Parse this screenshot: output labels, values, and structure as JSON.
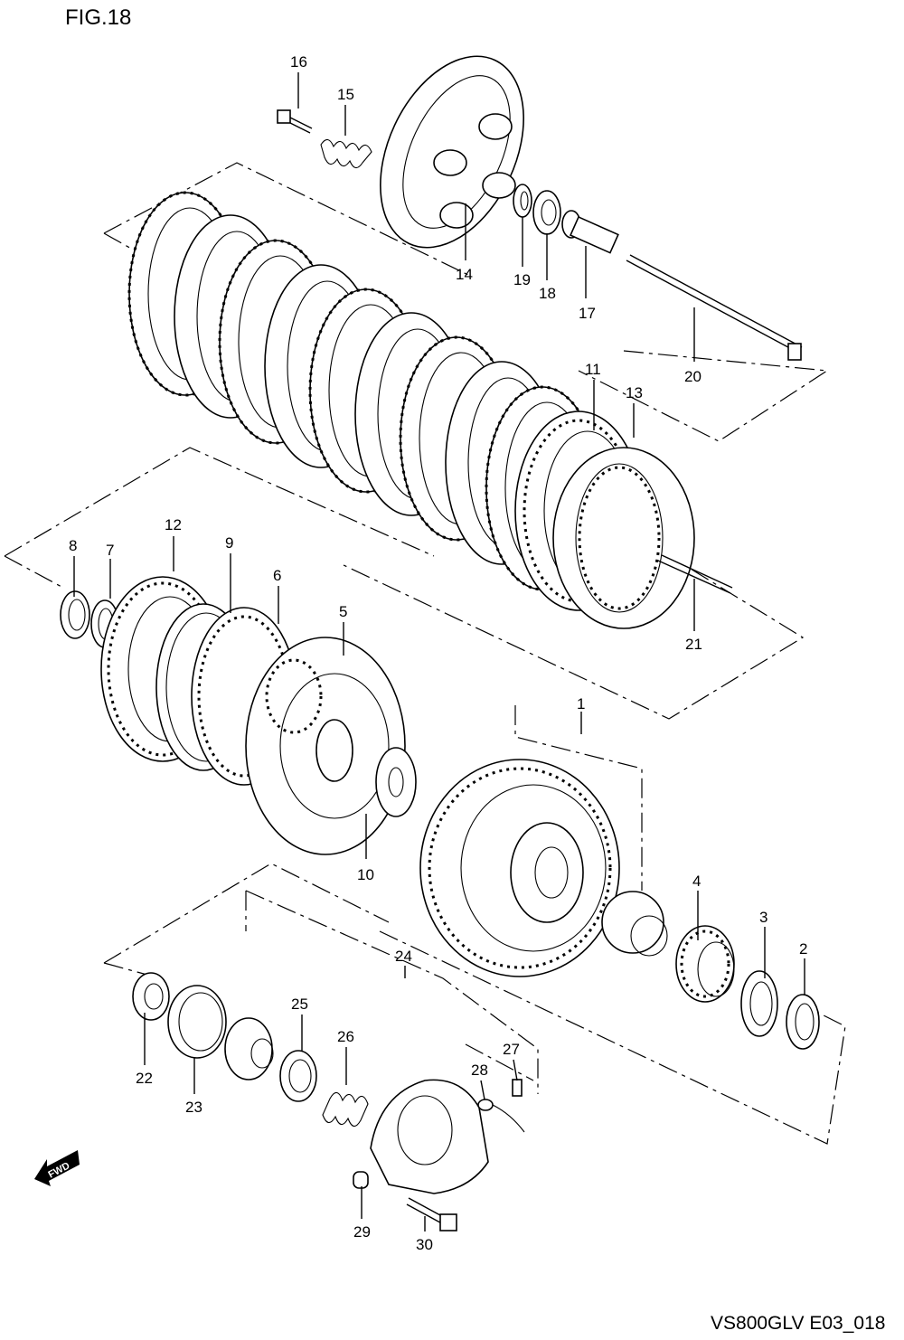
{
  "figure": {
    "title": "FIG.18",
    "code": "VS800GLV E03_018"
  },
  "direction": {
    "label": "FWD"
  },
  "parts": [
    {
      "num": "1"
    },
    {
      "num": "2"
    },
    {
      "num": "3"
    },
    {
      "num": "4"
    },
    {
      "num": "5"
    },
    {
      "num": "6"
    },
    {
      "num": "7"
    },
    {
      "num": "8"
    },
    {
      "num": "9"
    },
    {
      "num": "10"
    },
    {
      "num": "11"
    },
    {
      "num": "12"
    },
    {
      "num": "13"
    },
    {
      "num": "14"
    },
    {
      "num": "15"
    },
    {
      "num": "16"
    },
    {
      "num": "17"
    },
    {
      "num": "18"
    },
    {
      "num": "19"
    },
    {
      "num": "20"
    },
    {
      "num": "21"
    },
    {
      "num": "22"
    },
    {
      "num": "23"
    },
    {
      "num": "24"
    },
    {
      "num": "25"
    },
    {
      "num": "26"
    },
    {
      "num": "27"
    },
    {
      "num": "28"
    },
    {
      "num": "29"
    },
    {
      "num": "30"
    }
  ]
}
